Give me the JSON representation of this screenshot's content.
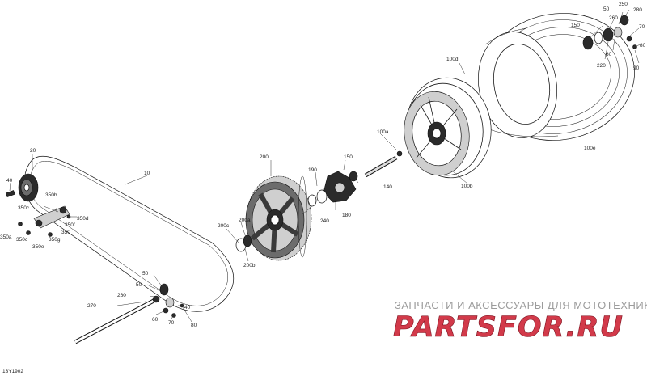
{
  "part_labels": {
    "p10": "10",
    "p20": "20",
    "p40a": "40",
    "p40b": "40",
    "p50": "50",
    "p50b": "50",
    "p60": "60",
    "p60b": "60",
    "p70": "70",
    "p70b": "70",
    "p80": "80",
    "p80b": "80",
    "p90": "90",
    "p100a": "100a",
    "p100b": "100b",
    "p100d": "100d",
    "p100e": "100e",
    "p140": "140",
    "p150": "150",
    "p150b": "150",
    "p180": "180",
    "p190": "190",
    "p200": "200",
    "p200a": "200a",
    "p200b": "200b",
    "p200c": "200c",
    "p220": "220",
    "p240": "240",
    "p250": "250",
    "p260": "260",
    "p260b": "260",
    "p270": "270",
    "p280": "280",
    "p350": "350",
    "p350a": "350a",
    "p350b": "350b",
    "p350c": "350c",
    "p350d": "350d",
    "p350e": "350e",
    "p350f": "350f",
    "p350g": "350g"
  },
  "watermark": {
    "tagline": "ЗАПЧАСТИ И АКСЕССУАРЫ ДЛЯ МОТОТЕХНИКИ",
    "brand": "PARTSFOR.RU",
    "tagline_color": "#9c9c9c",
    "brand_color": "#d23a4a"
  },
  "drawing_number": "13Y1902"
}
